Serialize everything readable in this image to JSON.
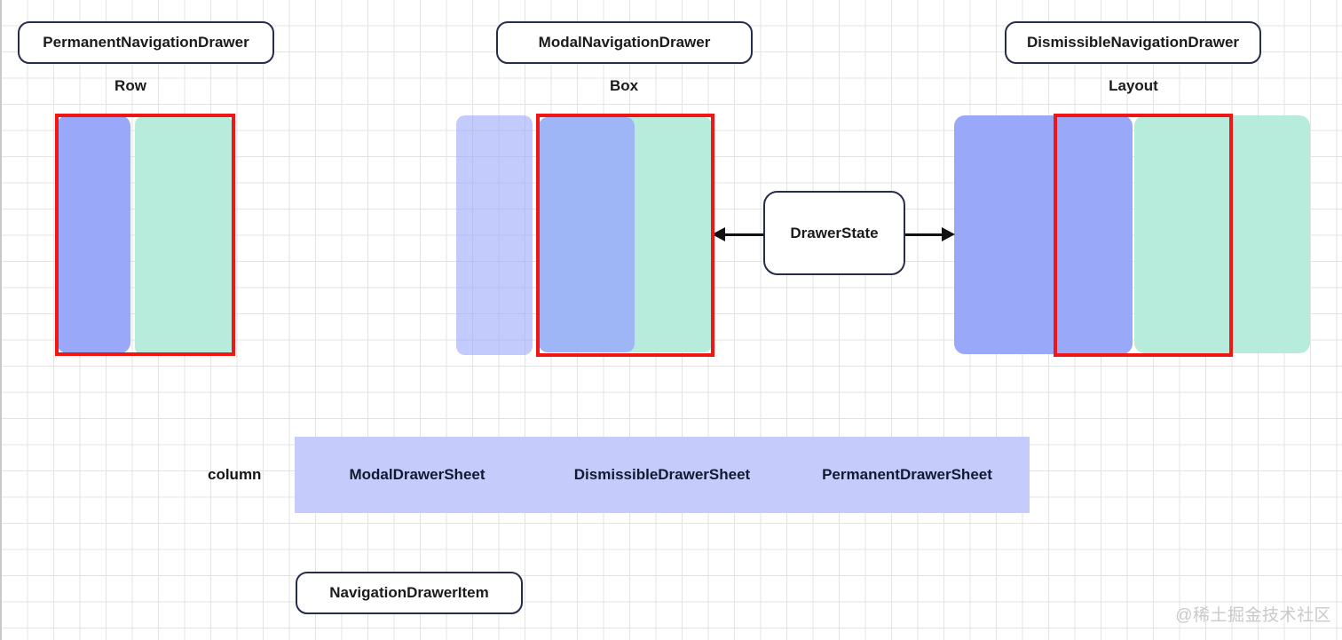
{
  "sections": [
    {
      "title": "PermanentNavigationDrawer",
      "container": "Row"
    },
    {
      "title": "ModalNavigationDrawer",
      "container": "Box"
    },
    {
      "title": "DismissibleNavigationDrawer",
      "container": "Layout"
    }
  ],
  "drawer_state_label": "DrawerState",
  "column_label": "column",
  "sheets": [
    "ModalDrawerSheet",
    "DismissibleDrawerSheet",
    "PermanentDrawerSheet"
  ],
  "nav_item_label": "NavigationDrawerItem",
  "watermark": "@稀土掘金技术社区",
  "colors": {
    "drawer_purple": "#99a8f8",
    "drawer_purple_modal": "#9fb6f6",
    "drawer_purple_ghost": "rgba(153,168,248,0.6)",
    "content_teal": "#b7ecdd",
    "sheet_bar_purple": "#c5cbfa",
    "red_outline": "#f11616",
    "label_box_border": "#272c4d",
    "arrow_black": "#111111",
    "grid_line": "#e3e3e3",
    "watermark_gray": "#c9c9c9"
  }
}
